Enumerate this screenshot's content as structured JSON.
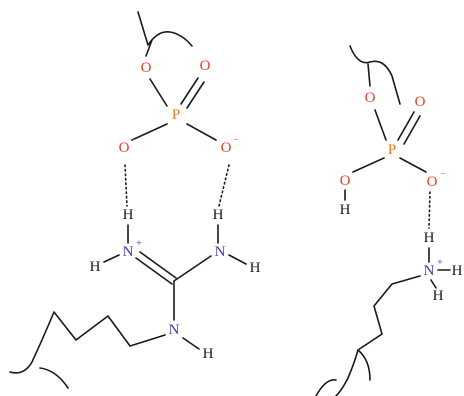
{
  "colors": {
    "oxygen": "#e8402a",
    "phosphorus": "#e87a1e",
    "nitrogen": "#3a3fa6",
    "hydrogen": "#1a1a1a",
    "bond": "#1a1a1a"
  },
  "atoms": {
    "O": "O",
    "P": "P",
    "N": "N",
    "H": "H",
    "minus": "−",
    "plus": "+"
  },
  "panels": [
    "guanidinium-phosphate-interaction",
    "ammonium-phosphate-interaction"
  ]
}
